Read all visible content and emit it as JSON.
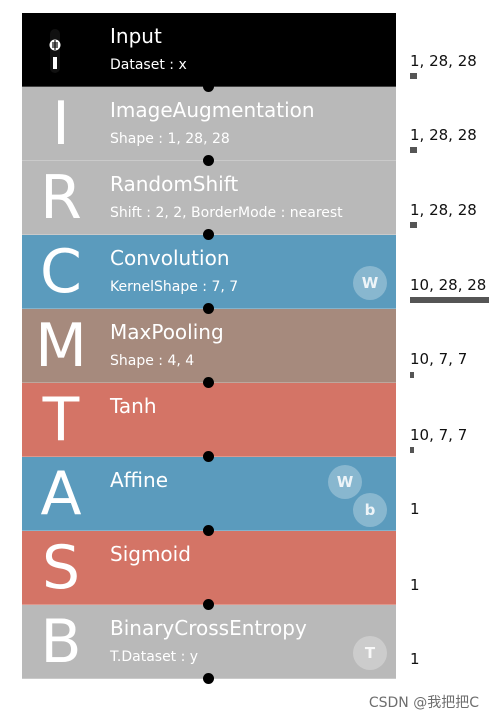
{
  "layers": [
    {
      "letter": "",
      "name": "Input",
      "param": "Dataset : x",
      "output": "1, 28, 28",
      "color": "#000000",
      "badges": []
    },
    {
      "letter": "I",
      "name": "ImageAugmentation",
      "param": "Shape : 1, 28, 28",
      "output": "1, 28, 28",
      "color": "#b9b9b9",
      "badges": []
    },
    {
      "letter": "R",
      "name": "RandomShift",
      "param": "Shift : 2, 2, BorderMode : nearest",
      "output": "1, 28, 28",
      "color": "#b9b9b9",
      "badges": []
    },
    {
      "letter": "C",
      "name": "Convolution",
      "param": "KernelShape : 7, 7",
      "output": "10, 28, 28",
      "color": "#5b9bbd",
      "badges": [
        "W"
      ]
    },
    {
      "letter": "M",
      "name": "MaxPooling",
      "param": "Shape : 4, 4",
      "output": "10, 7, 7",
      "color": "#a68a7d",
      "badges": []
    },
    {
      "letter": "T",
      "name": "Tanh",
      "param": "",
      "output": "10, 7, 7",
      "color": "#d47466",
      "badges": []
    },
    {
      "letter": "A",
      "name": "Affine",
      "param": "",
      "output": "1",
      "color": "#5b9bbd",
      "badges": [
        "W",
        "b"
      ]
    },
    {
      "letter": "S",
      "name": "Sigmoid",
      "param": "",
      "output": "1",
      "color": "#d47466",
      "badges": []
    },
    {
      "letter": "B",
      "name": "BinaryCrossEntropy",
      "param": "T.Dataset : y",
      "output": "1",
      "color": "#b9b9b9",
      "badges": [
        "T"
      ]
    }
  ],
  "watermark": "CSDN @我把把C"
}
